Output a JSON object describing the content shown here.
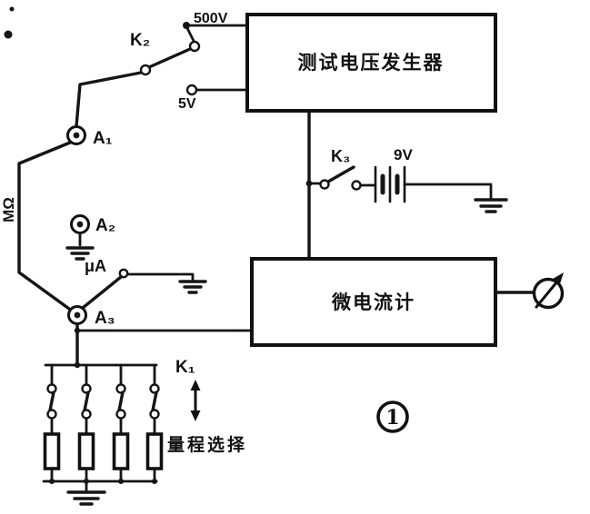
{
  "diagram": {
    "title_boxes": {
      "generator": "测试电压发生器",
      "ammeter": "微电流计"
    },
    "switches": {
      "k1": "K₁",
      "k2": "K₂",
      "k3": "K₃"
    },
    "terminals": {
      "a1": "A₁",
      "a2": "A₂",
      "a3": "A₃"
    },
    "voltages": {
      "v500": "500V",
      "v5": "5V",
      "v9": "9V"
    },
    "scales": {
      "megohm": "MΩ",
      "microamp": "μA"
    },
    "annotations": {
      "range_select": "量程选择",
      "figure_number": "1"
    },
    "colors": {
      "ink": "#151515",
      "paper": "#ffffff"
    }
  }
}
